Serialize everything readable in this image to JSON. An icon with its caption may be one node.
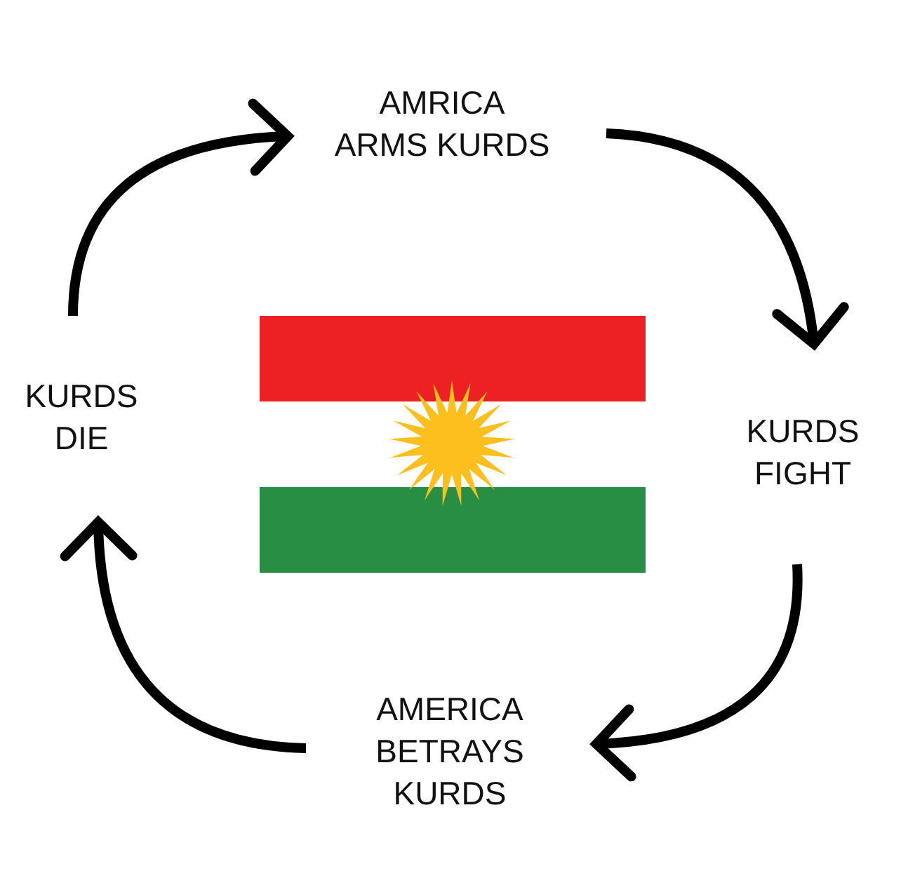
{
  "diagram": {
    "nodes": [
      {
        "text": [
          "AMRICA ARMS KURDS"
        ]
      },
      {
        "text": [
          "KURDS FIGHT"
        ]
      },
      {
        "text": [
          "AMERICA BETRAYS KURDS"
        ]
      },
      {
        "text": [
          "KURDS DIE"
        ]
      }
    ],
    "edges": [
      {
        "from": 0,
        "to": 1,
        "arrow": "to"
      },
      {
        "from": 1,
        "to": 2,
        "arrow": "to"
      },
      {
        "from": 2,
        "to": 3,
        "arrow": "to"
      },
      {
        "from": 3,
        "to": 0,
        "arrow": "to"
      }
    ]
  }
}
